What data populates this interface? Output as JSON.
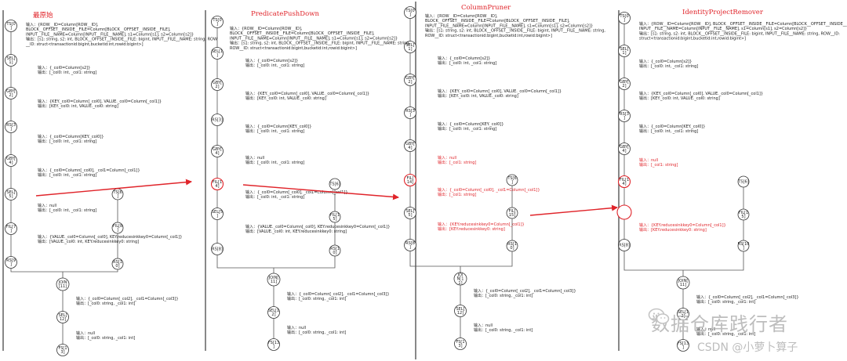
{
  "panels": [
    {
      "id": "p1",
      "title": "最原始",
      "nodes": [
        {
          "id": "ts0",
          "lines": [
            "TS[0",
            "]"
          ]
        },
        {
          "id": "sel1",
          "lines": [
            "SEL[",
            "1]"
          ]
        },
        {
          "id": "gby2",
          "lines": [
            "GBY[",
            "2]"
          ]
        },
        {
          "id": "rs3",
          "lines": [
            "RS[3",
            "]"
          ]
        },
        {
          "id": "gby4",
          "lines": [
            "GBY[",
            "4]"
          ]
        },
        {
          "id": "sel5",
          "lines": [
            "SEL[",
            "5]"
          ]
        },
        {
          "id": "fil7",
          "lines": [
            "FIL[7",
            "]"
          ]
        },
        {
          "id": "rs9",
          "lines": [
            "RS[9",
            "]"
          ]
        },
        {
          "id": "ts6",
          "lines": [
            "TS[6",
            "]"
          ]
        },
        {
          "id": "fil8",
          "lines": [
            "FIL[8",
            "]"
          ]
        },
        {
          "id": "rs10",
          "lines": [
            "RS[1",
            "0]"
          ]
        },
        {
          "id": "join11",
          "lines": [
            "JOIN",
            "[11]"
          ]
        },
        {
          "id": "sel12",
          "lines": [
            "SEL[",
            "12]"
          ]
        },
        {
          "id": "fs13",
          "lines": [
            "FS[1",
            "3]"
          ]
        }
      ],
      "annotations": [
        {
          "id": "a1",
          "red": false,
          "lines": [
            "输入：{ROW__ID=Column[ROW__ID],",
            "BLOCK__OFFSET__INSIDE__FILE=Column[BLOCK__OFFSET__INSIDE__FILE],",
            "INPUT__FILE__NAME=Column[INPUT__FILE__NAME], s1=Column[s1], s2=Column[s2]}",
            "输出：[s1: string, s2: int, BLOCK__OFFSET__INSIDE__FILE: bigint, INPUT__FILE__NAME: string, ROW",
            "__ID: struct<transactionid:bigint,bucketid:int,rowid:bigint>]"
          ]
        },
        {
          "id": "a2",
          "red": false,
          "lines": [
            "输入：{_col0=Column[s2]}",
            "输出：[_col0: int, _col1: string]"
          ]
        },
        {
          "id": "a3",
          "red": false,
          "lines": [
            "输入：{KEY._col0=Column[_col0], VALUE._col0=Column[_col1]}",
            "输出：[KEY._col0: int, VALUE._col0: string]"
          ]
        },
        {
          "id": "a4",
          "red": false,
          "lines": [
            "输入：{_col0=Column[KEY._col0]}",
            "输出：[_col0: int, _col1: string]"
          ]
        },
        {
          "id": "a5",
          "red": false,
          "lines": [
            "输入：{_col0=Column[_col0], _col1=Column[_col1]}",
            "输出：[_col0: int, _col1: string]"
          ]
        },
        {
          "id": "a6",
          "red": false,
          "lines": [
            "输入：null",
            "输出：[_col0: int, _col1: string]"
          ]
        },
        {
          "id": "a7",
          "red": false,
          "lines": [
            "输入：{VALUE._col0=Column[_col0], KEY.reducesinkkey0=Column[_col1]}",
            "输出：[VALUE._col0: int, KEY.reducesinkkey0: string]"
          ]
        },
        {
          "id": "a8",
          "red": false,
          "lines": [
            "输入：{_col0=Column[_col2], _col1=Column[_col3]}",
            "输出：[_col0: string, _col1: int]"
          ]
        },
        {
          "id": "a9",
          "red": false,
          "lines": [
            "输入：null",
            "输出：[_col0: string, _col1: int]"
          ]
        }
      ]
    },
    {
      "id": "p2",
      "title": "PredicatePushDown",
      "nodes": [
        {
          "id": "ts0",
          "lines": [
            "TS[0",
            "]"
          ]
        },
        {
          "id": "sel1",
          "lines": [
            "SEL[1",
            "]"
          ]
        },
        {
          "id": "gby2",
          "lines": [
            "GBY[",
            "2]"
          ]
        },
        {
          "id": "rs3",
          "lines": [
            "RS[3]"
          ]
        },
        {
          "id": "gby4",
          "lines": [
            "GBY[",
            "4]"
          ]
        },
        {
          "id": "fil14",
          "lines": [
            "FIL[1",
            "4]"
          ]
        },
        {
          "id": "sel5",
          "lines": [
            "SEL[5",
            "]"
          ]
        },
        {
          "id": "rs8",
          "lines": [
            "RS[8]"
          ]
        },
        {
          "id": "ts6",
          "lines": [
            "TS[6]"
          ]
        },
        {
          "id": "fil15",
          "lines": [
            "FIL[1",
            "5]"
          ]
        },
        {
          "id": "rs10",
          "lines": [
            "RS[1",
            "0]"
          ]
        },
        {
          "id": "join11",
          "lines": [
            "JOIN[",
            "11]"
          ]
        },
        {
          "id": "sel12",
          "lines": [
            "SEL[1",
            "2]"
          ]
        },
        {
          "id": "fs13",
          "lines": [
            "FS[13",
            "]"
          ]
        }
      ],
      "annotations": [
        {
          "id": "a1",
          "red": false,
          "lines": [
            "输入：{ROW__ID=Column[ROW__ID],",
            "BLOCK__OFFSET__INSIDE__FILE=Column[BLOCK__OFFSET__INSIDE__FILE],",
            "INPUT__FILE__NAME=Column[INPUT__FILE__NAME], s1=Column[s1], s2=Column[s2]}",
            "输出：[s1: string, s2: int, BLOCK__OFFSET__INSIDE__FILE: bigint, INPUT__FILE__NAME: string,",
            "ROW__ID: struct<transactionid:bigint,bucketid:int,rowid:bigint>]"
          ]
        },
        {
          "id": "a2",
          "red": false,
          "lines": [
            "输入：{_col0=Column[s2]}",
            "输出：[_col0: int, _col1: string]"
          ]
        },
        {
          "id": "a3",
          "red": false,
          "lines": [
            "输入：{KEY._col0=Column[_col0], VALUE._col0=Column[_col1]}",
            "输出：[KEY._col0: int, VALUE._col0: string]"
          ]
        },
        {
          "id": "a4",
          "red": false,
          "lines": [
            "输入：{_col0=Column[KEY._col0]}",
            "输出：[_col0: int, _col1: string]"
          ]
        },
        {
          "id": "a5",
          "red": false,
          "lines": [
            "输入：null",
            "输出：[_col0: int, _col1: string]"
          ]
        },
        {
          "id": "a6",
          "red": false,
          "lines": [
            "输入：{_col0=Column[_col0], _col1=Column[_col1]}",
            "输出：[_col0: int, _col1: string]"
          ]
        },
        {
          "id": "a7",
          "red": false,
          "lines": [
            "输入：{VALUE._col0=Column[_col0], KEY.reducesinkkey0=Column[_col1]}",
            "输出：[VALUE._col0: int, KEY.reducesinkkey0: string]"
          ]
        },
        {
          "id": "a8",
          "red": false,
          "lines": [
            "输入：{_col0=Column[_col2], _col1=Column[_col3]}",
            "输出：[_col0: string, _col1: int]"
          ]
        },
        {
          "id": "a9",
          "red": false,
          "lines": [
            "输入：null",
            "输出：[_col0: string, _col1: int]"
          ]
        }
      ]
    },
    {
      "id": "p3",
      "title": "ColumnPruner",
      "nodes": [
        {
          "id": "ts0",
          "lines": [
            "TS[0",
            "]"
          ]
        },
        {
          "id": "sel1",
          "lines": [
            "SEL[",
            "1]"
          ]
        },
        {
          "id": "gby2",
          "lines": [
            "GBY[",
            "2]"
          ]
        },
        {
          "id": "rs3",
          "lines": [
            "RS[3",
            "]"
          ]
        },
        {
          "id": "gby4",
          "lines": [
            "GBY[",
            "4]"
          ]
        },
        {
          "id": "fil14",
          "lines": [
            "FIL[",
            "14]"
          ]
        },
        {
          "id": "sel5",
          "lines": [
            "SEL[",
            "5]"
          ]
        },
        {
          "id": "rs8",
          "lines": [
            "RS[8",
            "]"
          ]
        },
        {
          "id": "ts6",
          "lines": [
            "TS[6",
            "]"
          ]
        },
        {
          "id": "fil15",
          "lines": [
            "FIL[",
            "15]"
          ]
        },
        {
          "id": "rs10",
          "lines": [
            "RS[1",
            "0]"
          ]
        },
        {
          "id": "join11",
          "lines": [
            "JOI",
            "N[1",
            "1]"
          ]
        },
        {
          "id": "sel12",
          "lines": [
            "SEL[",
            "12]"
          ]
        },
        {
          "id": "fs13",
          "lines": [
            "FS[1",
            "3]"
          ]
        }
      ],
      "annotations": [
        {
          "id": "a1",
          "red": false,
          "lines": [
            "输入：{ROW__ID=Column[ROW__ID],",
            "BLOCK__OFFSET__INSIDE__FILE=Column[BLOCK__OFFSET__INSIDE__FILE],",
            "INPUT__FILE__NAME=Column[INPUT__FILE__NAME], s1=Column[s1], s2=Column[s2]}",
            "输出：[s1: string, s2: int, BLOCK__OFFSET__INSIDE__FILE: bigint, INPUT__FILE__NAME: string,",
            "ROW__ID: struct<transactionid:bigint,bucketid:int,rowid:bigint>]"
          ]
        },
        {
          "id": "a2",
          "red": false,
          "lines": [
            "输入：{_col0=Column[s2]}",
            "输出：[_col0: int, _col1: string]"
          ]
        },
        {
          "id": "a3",
          "red": false,
          "lines": [
            "输入：{KEY._col0=Column[_col0], VALUE._col0=Column[_col1]}",
            "输出：[KEY._col0: int, VALUE._col0: string]"
          ]
        },
        {
          "id": "a4",
          "red": false,
          "lines": [
            "输入：{_col0=Column[KEY._col0]}",
            "输出：[_col0: int, _col1: string]"
          ]
        },
        {
          "id": "a5",
          "red": true,
          "lines": [
            "输入：null",
            "输出：[_col1: string]"
          ]
        },
        {
          "id": "a6",
          "red": true,
          "lines": [
            "输入：{_col0=Column[_col0], _col1=Column[_col1]}",
            "输出：[_col1: string]"
          ]
        },
        {
          "id": "a7",
          "red": true,
          "lines": [
            "输入：{KEY.reducesinkkey0=Column[_col1]}",
            "输出：[KEY.reducesinkkey0: string]"
          ]
        },
        {
          "id": "a8",
          "red": false,
          "lines": [
            "输入：{_col0=Column[_col2], _col1=Column[_col3]}",
            "输出：[_col0: string, _col1: int]"
          ]
        },
        {
          "id": "a9",
          "red": false,
          "lines": [
            "输入：null",
            "输出：[_col0: string, _col1: int]"
          ]
        }
      ]
    },
    {
      "id": "p4",
      "title": "IdentityProjectRemover",
      "nodes": [
        {
          "id": "ts0",
          "lines": [
            "TS[0",
            "]"
          ]
        },
        {
          "id": "sel1",
          "lines": [
            "SEL[",
            "1]"
          ]
        },
        {
          "id": "gby2",
          "lines": [
            "GBY[",
            "2]"
          ]
        },
        {
          "id": "rs3",
          "lines": [
            "RS[3",
            "]"
          ]
        },
        {
          "id": "gby4",
          "lines": [
            "GBY[",
            "4]"
          ]
        },
        {
          "id": "fil14",
          "lines": [
            "FIL[1",
            "4]"
          ]
        },
        {
          "id": "removed",
          "lines": []
        },
        {
          "id": "rs8",
          "lines": [
            "RS[8]"
          ]
        },
        {
          "id": "ts6",
          "lines": [
            "TS[6]"
          ]
        },
        {
          "id": "fil15",
          "lines": [
            "FIL[1",
            "5]"
          ]
        },
        {
          "id": "rs10",
          "lines": [
            "RS[10",
            "]"
          ]
        },
        {
          "id": "join11",
          "lines": [
            "JOIN[",
            "11]"
          ]
        },
        {
          "id": "sel12",
          "lines": [
            "SEL[1",
            "2]"
          ]
        },
        {
          "id": "fs13",
          "lines": [
            "FS[13",
            "]"
          ]
        }
      ],
      "annotations": [
        {
          "id": "a1",
          "red": false,
          "lines": [
            "输入：{ROW__ID=Column[ROW__ID], BLOCK__OFFSET__INSIDE__FILE=Column[BLOCK__OFFSET__INSIDE__FILE],",
            "INPUT__FILE__NAME=Column[INPUT__FILE__NAME], s1=Column[s1], s2=Column[s2]}",
            "输出：[s1: string, s2: int, BLOCK__OFFSET__INSIDE__FILE: bigint, INPUT__FILE__NAME: string, ROW__ID:",
            "struct<transactionid:bigint,bucketid:int,rowid:bigint>]"
          ]
        },
        {
          "id": "a2",
          "red": false,
          "lines": [
            "输入：{_col0=Column[s2]}",
            "输出：[_col0: int, _col1: string]"
          ]
        },
        {
          "id": "a3",
          "red": false,
          "lines": [
            "输入：{KEY._col0=Column[_col0], VALUE._col0=Column[_col1]}",
            "输出：[KEY._col0: int, VALUE._col0: string]"
          ]
        },
        {
          "id": "a4",
          "red": false,
          "lines": [
            "输入：{_col0=Column[KEY._col0]}",
            "输出：[_col0: int, _col1: string]"
          ]
        },
        {
          "id": "a5",
          "red": true,
          "lines": [
            "输入：null",
            "输出：[_col1: string]"
          ]
        },
        {
          "id": "a7",
          "red": true,
          "lines": [
            "输入：{KEY.reducesinkkey0=Column[_col1]}",
            "输出：[KEY.reducesinkkey0: string]"
          ]
        },
        {
          "id": "a8",
          "red": false,
          "lines": [
            "输入：{_col0=Column[_col2], _col1=Column[_col3]}",
            "输出：[_col0: string, _col1: int]"
          ]
        },
        {
          "id": "a9",
          "red": false,
          "lines": [
            "输入：null",
            "输出：[_col0: string, _col1: int]"
          ]
        }
      ]
    }
  ],
  "watermark": {
    "brand": "数据仓库践行者",
    "credit": "CSDN @小萝卜算子"
  },
  "colors": {
    "accent": "#e0242a",
    "line": "#555555",
    "text": "#222222"
  }
}
